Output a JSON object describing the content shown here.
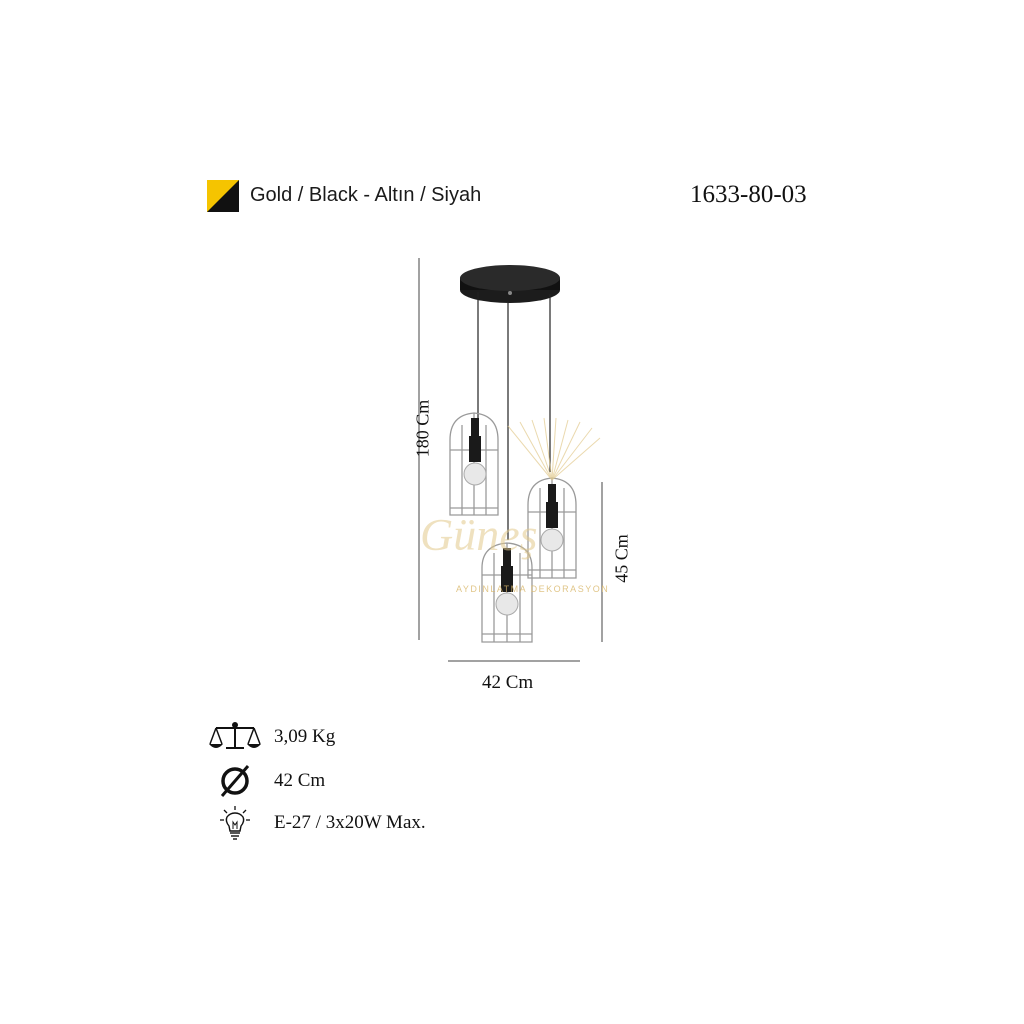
{
  "header": {
    "color_label": "Gold / Black - Altın / Siyah",
    "product_code": "1633-80-03",
    "swatch_colors": [
      "#f5c400",
      "#111111"
    ]
  },
  "dimensions": {
    "height": "180 Cm",
    "cage_height": "45 Cm",
    "width": "42 Cm"
  },
  "watermark": {
    "brand": "Güneş",
    "tagline": "AYDINLATMA DEKORASYON"
  },
  "specs": [
    {
      "icon": "scale-icon",
      "text": "3,09 Kg"
    },
    {
      "icon": "diameter-icon",
      "text": "42 Cm"
    },
    {
      "icon": "lightbulb-icon",
      "text": "E-27 / 3x20W  Max."
    }
  ]
}
